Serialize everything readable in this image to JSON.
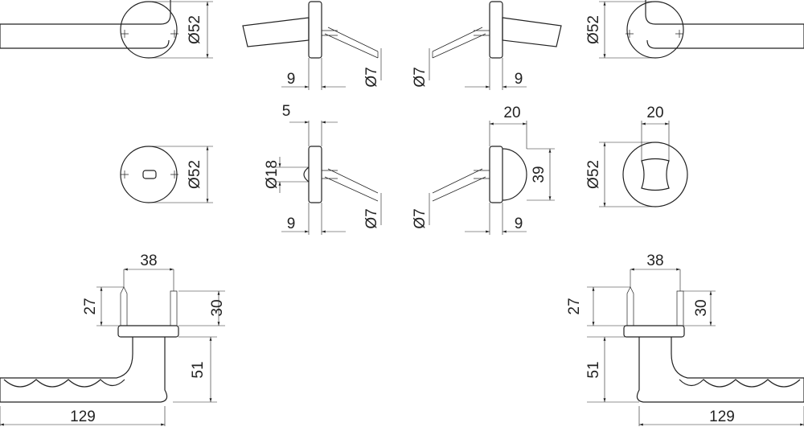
{
  "drawing": {
    "top_left_rose_diameter": "Ø52",
    "top_left_side_plate": "9",
    "top_left_side_spindle": "Ø7",
    "top_right_side_spindle": "Ø7",
    "top_right_side_plate": "9",
    "top_right_rose_diameter": "Ø52",
    "wc_left_rose_diameter": "Ø52",
    "wc_left_side_knob_offset": "5",
    "wc_left_side_knob_diameter": "Ø18",
    "wc_left_side_plate": "9",
    "wc_left_side_spindle": "Ø7",
    "wc_right_side_spindle": "Ø7",
    "wc_right_side_plate": "9",
    "wc_right_side_turn_width": "20",
    "wc_right_side_turn_height": "39",
    "wc_right_rose_turn_width": "20",
    "wc_right_rose_diameter": "Ø52",
    "lever_left_spacing": "38",
    "lever_left_pin_a": "27",
    "lever_left_pin_b": "30",
    "lever_left_height": "51",
    "lever_left_length": "129",
    "lever_right_spacing": "38",
    "lever_right_pin_a": "27",
    "lever_right_pin_b": "30",
    "lever_right_height": "51",
    "lever_right_length": "129"
  }
}
